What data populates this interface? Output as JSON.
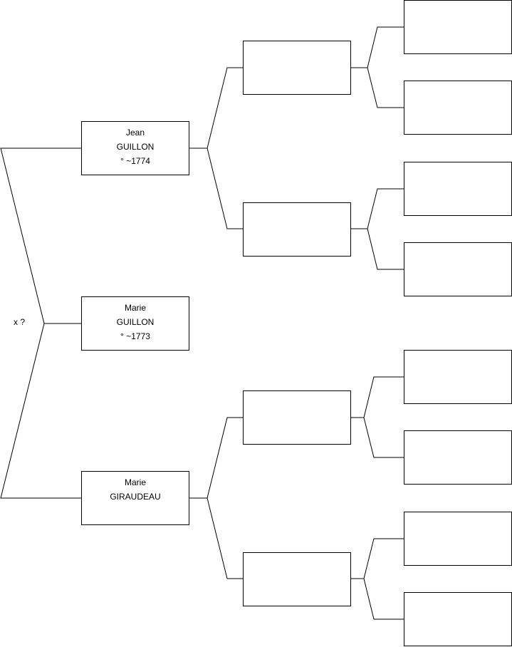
{
  "union_marker": "x ?",
  "persons": {
    "father": {
      "line1": "Jean",
      "line2": "GUILLON",
      "line3": "° ~1774"
    },
    "subject": {
      "line1": "Marie",
      "line2": "GUILLON",
      "line3": "° ~1773"
    },
    "mother": {
      "line1": "Marie",
      "line2": "GIRAUDEAU",
      "line3": ""
    },
    "paternal_grandfather": {
      "line1": "",
      "line2": "",
      "line3": ""
    },
    "paternal_grandmother": {
      "line1": "",
      "line2": "",
      "line3": ""
    },
    "maternal_grandfather": {
      "line1": "",
      "line2": "",
      "line3": ""
    },
    "maternal_grandmother": {
      "line1": "",
      "line2": "",
      "line3": ""
    },
    "ggp_1": {
      "line1": "",
      "line2": "",
      "line3": ""
    },
    "ggp_2": {
      "line1": "",
      "line2": "",
      "line3": ""
    },
    "ggp_3": {
      "line1": "",
      "line2": "",
      "line3": ""
    },
    "ggp_4": {
      "line1": "",
      "line2": "",
      "line3": ""
    },
    "ggp_5": {
      "line1": "",
      "line2": "",
      "line3": ""
    },
    "ggp_6": {
      "line1": "",
      "line2": "",
      "line3": ""
    },
    "ggp_7": {
      "line1": "",
      "line2": "",
      "line3": ""
    },
    "ggp_8": {
      "line1": "",
      "line2": "",
      "line3": ""
    }
  }
}
